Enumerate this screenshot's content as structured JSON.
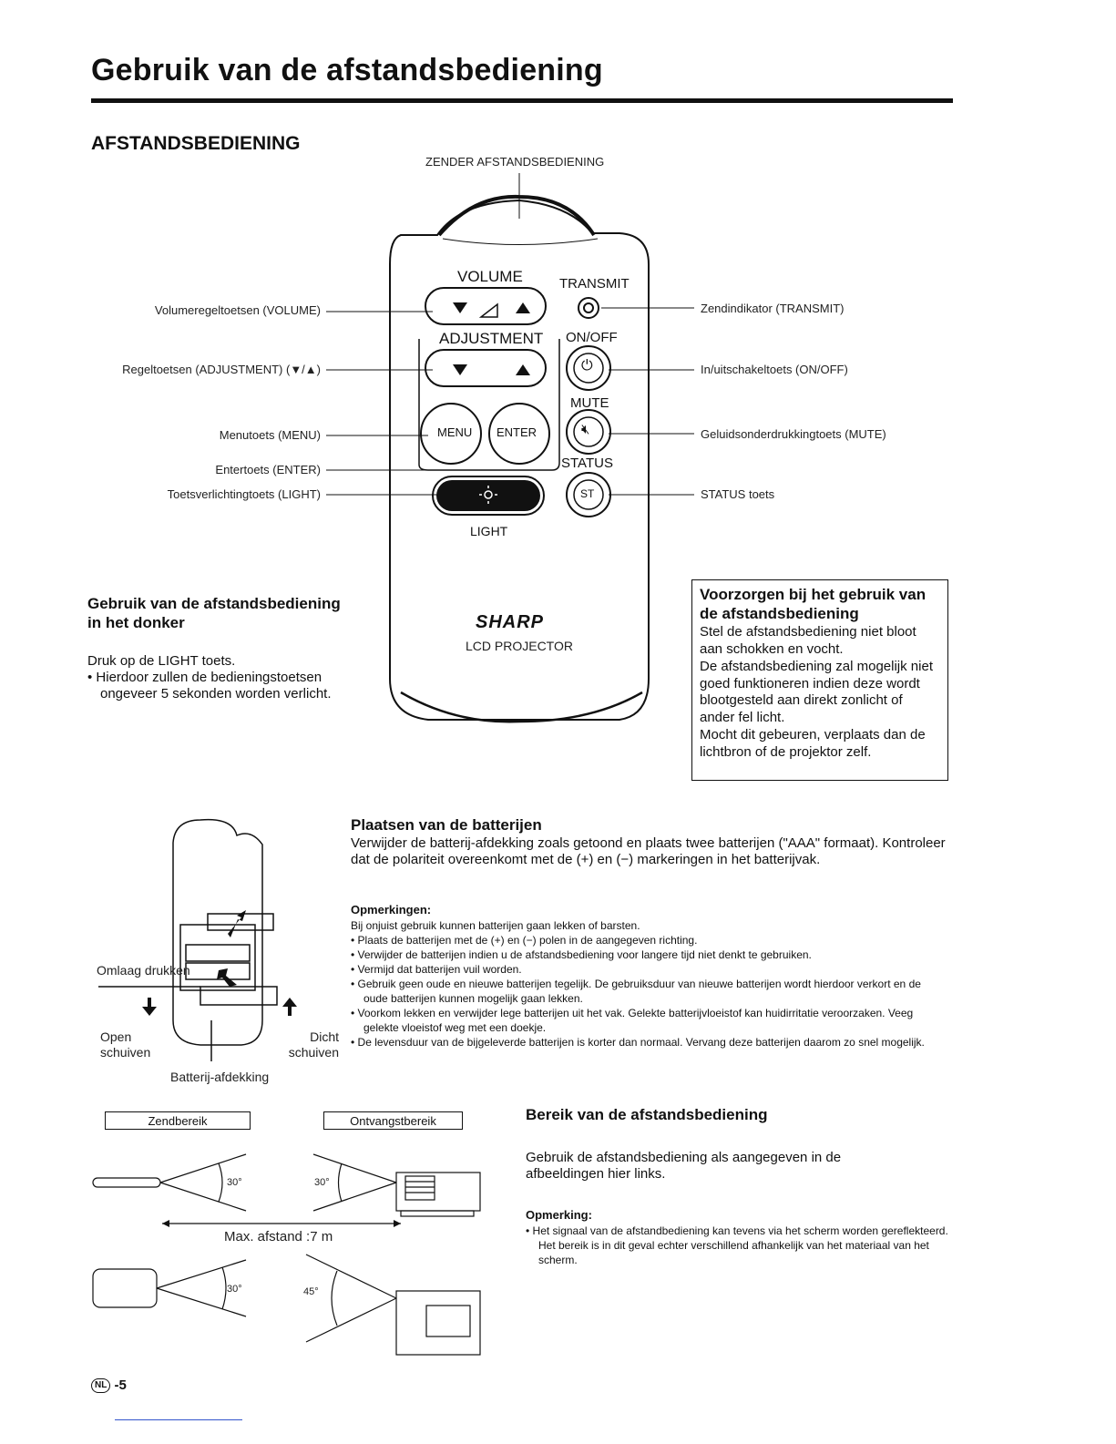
{
  "page": {
    "title": "Gebruik van de afstandsbediening",
    "section_title": "AFSTANDSBEDIENING",
    "page_number": "-5",
    "page_badge": "NL"
  },
  "remote": {
    "transmitter_label": "ZENDER AFSTANDSBEDIENING",
    "volume": "VOLUME",
    "transmit": "TRANSMIT",
    "adjustment": "ADJUSTMENT",
    "on_off": "ON/OFF",
    "mute": "MUTE",
    "menu": "MENU",
    "enter": "ENTER",
    "status": "STATUS",
    "st": "ST",
    "light": "LIGHT",
    "brand": "SHARP",
    "product": "LCD PROJECTOR"
  },
  "callouts_left": {
    "volume": "Volumeregeltoetsen (VOLUME)",
    "adjustment": "Regeltoetsen (ADJUSTMENT) (▼/▲)",
    "menu": "Menutoets (MENU)",
    "enter": "Entertoets (ENTER)",
    "light": "Toetsverlichtingtoets (LIGHT)"
  },
  "callouts_right": {
    "transmit": "Zendindikator (TRANSMIT)",
    "on_off": "In/uitschakeltoets (ON/OFF)",
    "mute": "Geluidsonderdrukkingtoets (MUTE)",
    "status": "STATUS toets"
  },
  "dark": {
    "heading": "Gebruik van de afstandsbediening in het donker",
    "line1": "Druk op de LIGHT toets.",
    "bullet": "• Hierdoor zullen de bedieningstoetsen ongeveer 5 sekonden worden verlicht."
  },
  "caution": {
    "heading": "Voorzorgen bij het gebruik van de afstandsbediening",
    "p1": "Stel de afstandsbediening niet bloot aan schokken en vocht.",
    "p2": "De afstandsbediening zal mogelijk niet goed funktioneren indien deze wordt blootgesteld aan direkt zonlicht of ander fel licht.",
    "p3": "Mocht dit gebeuren, verplaats dan de lichtbron of de projektor zelf."
  },
  "battery_figure": {
    "press": "Omlaag drukken",
    "open": "Open schuiven",
    "close": "Dicht schuiven",
    "cover": "Batterij-afdekking"
  },
  "batteries": {
    "heading": "Plaatsen van de batterijen",
    "body": "Verwijder de batterij-afdekking zoals getoond en plaats twee batterijen (\"AAA\" formaat). Kontroleer dat de polariteit overeenkomt met de (+) en (−) markeringen in het batterijvak.",
    "notes_heading": "Opmerkingen:",
    "notes": [
      "Bij onjuist gebruik kunnen batterijen gaan lekken of barsten.",
      "• Plaats de batterijen met de (+) en (−) polen in de aangegeven richting.",
      "• Verwijder de batterijen indien u de afstandsbediening voor langere tijd niet denkt te gebruiken.",
      "• Vermijd dat batterijen vuil worden.",
      "• Gebruik geen oude en nieuwe batterijen tegelijk. De gebruiksduur van nieuwe batterijen wordt hierdoor verkort en de oude batterijen kunnen mogelijk gaan lekken.",
      "• Voorkom lekken en verwijder lege batterijen uit het vak. Gelekte batterijvloeistof kan huidirritatie veroorzaken. Veeg gelekte vloeistof weg met een doekje.",
      "• De levensduur van de bijgeleverde batterijen is korter dan normaal. Vervang deze batterijen daarom zo snel mogelijk."
    ]
  },
  "range_figure": {
    "send_range": "Zendbereik",
    "receive_range": "Ontvangstbereik",
    "angle_30": "30°",
    "angle_45": "45°",
    "max_distance": "Max. afstand :7 m"
  },
  "range": {
    "heading": "Bereik van de afstandsbediening",
    "body": "Gebruik de afstandsbediening als aangegeven in de afbeeldingen hier links.",
    "note_heading": "Opmerking:",
    "note": "• Het signaal van de afstandbediening kan tevens via het scherm worden gereflekteerd. Het bereik is in dit geval echter verschillend afhankelijk van het materiaal van het scherm."
  }
}
